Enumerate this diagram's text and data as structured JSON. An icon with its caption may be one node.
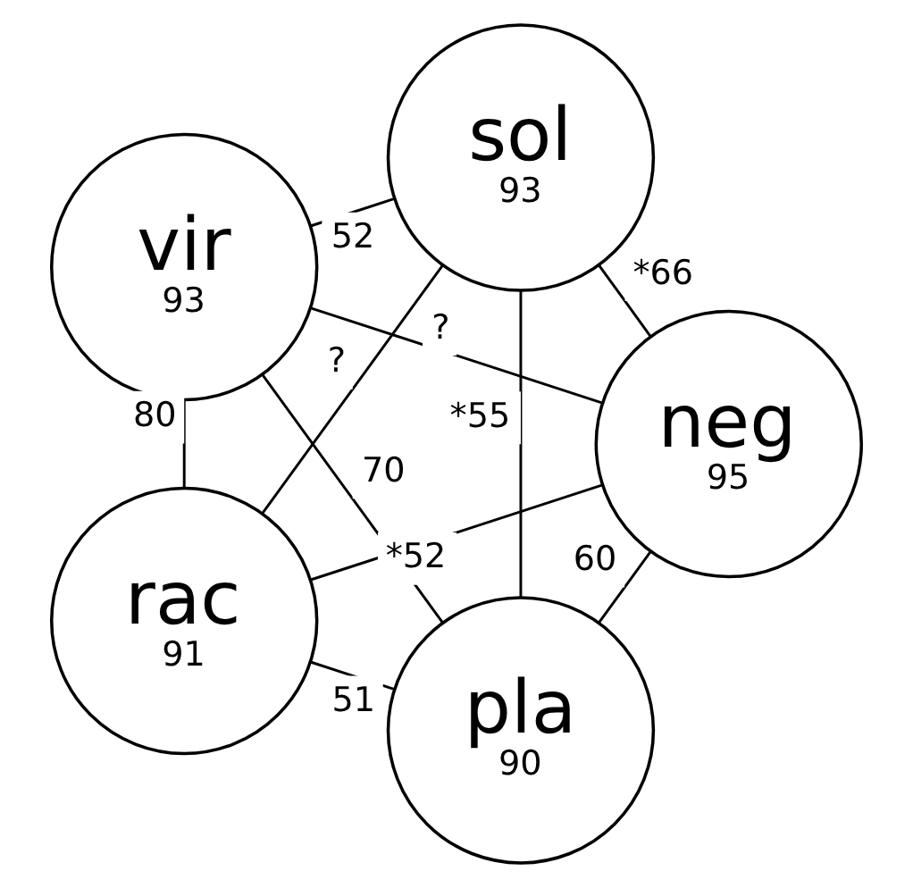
{
  "diagram": {
    "nodes": [
      {
        "text": [
          "pla",
          "90"
        ]
      },
      {
        "text": [
          "neg",
          "95"
        ]
      },
      {
        "text": [
          "vir",
          "93"
        ]
      },
      {
        "text": [
          "sol",
          "93"
        ]
      },
      {
        "text": [
          "rac",
          "91"
        ]
      }
    ],
    "edges": [
      {
        "from": 0,
        "to": 1,
        "arrow": "none",
        "label": "60"
      },
      {
        "from": 0,
        "to": 2,
        "arrow": "none",
        "label": "70"
      },
      {
        "from": 1,
        "to": 2,
        "arrow": "none",
        "label": "?"
      },
      {
        "from": 0,
        "to": 3,
        "arrow": "none",
        "label": "*55"
      },
      {
        "from": 0,
        "to": 4,
        "arrow": "none",
        "label": "51"
      },
      {
        "from": 1,
        "to": 3,
        "arrow": "none",
        "label": "*66"
      },
      {
        "from": 1,
        "to": 4,
        "arrow": "none",
        "label": "*52"
      },
      {
        "from": 2,
        "to": 3,
        "arrow": "none",
        "label": "52"
      },
      {
        "from": 2,
        "to": 4,
        "arrow": "none",
        "label": "80"
      },
      {
        "from": 3,
        "to": 4,
        "arrow": "none",
        "label": "?"
      }
    ]
  }
}
